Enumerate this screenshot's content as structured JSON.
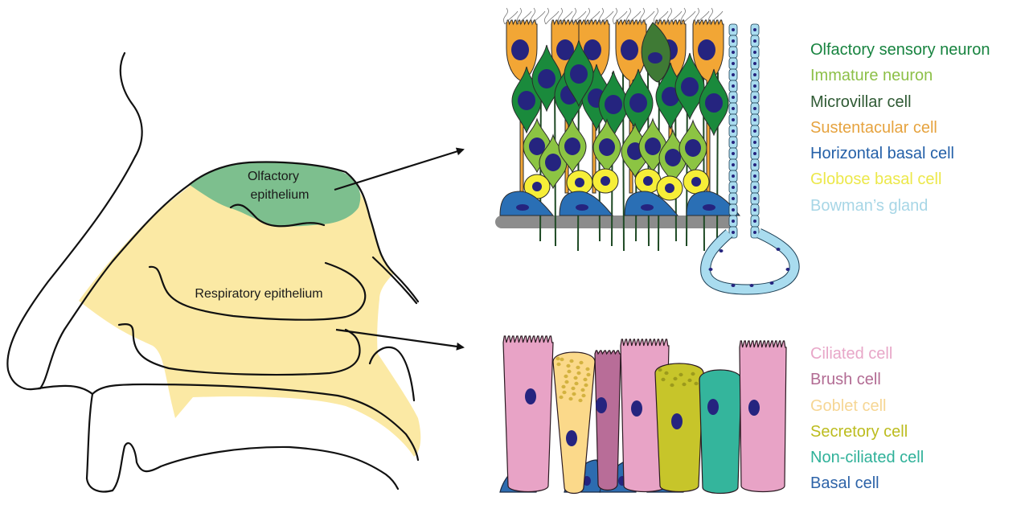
{
  "figure": {
    "region_labels": {
      "olfactory": [
        "Olfactory",
        "epithelium"
      ],
      "respiratory": "Respiratory epithelium"
    },
    "region_colors": {
      "olfactory": "#7dbf8e",
      "respiratory": "#fbe9a4",
      "outline": "#111111"
    }
  },
  "olfactory_legend": {
    "items": [
      {
        "label": "Olfactory sensory neuron",
        "color": "#17833f"
      },
      {
        "label": "Immature neuron",
        "color": "#8dc048"
      },
      {
        "label": "Microvillar cell",
        "color": "#2f5a34"
      },
      {
        "label": "Sustentacular cell",
        "color": "#e6a33f"
      },
      {
        "label": "Horizontal basal cell",
        "color": "#2460a8"
      },
      {
        "label": "Globose basal cell",
        "color": "#ece84a"
      },
      {
        "label": "Bowman’s gland",
        "color": "#a7d6e6"
      }
    ]
  },
  "respiratory_legend": {
    "items": [
      {
        "label": "Ciliated cell",
        "color": "#e8a7c8"
      },
      {
        "label": "Brush cell",
        "color": "#b26b93"
      },
      {
        "label": "Goblet cell",
        "color": "#f6d694"
      },
      {
        "label": "Secretory cell",
        "color": "#bcbc1e"
      },
      {
        "label": "Non-ciliated cell",
        "color": "#2fb199"
      },
      {
        "label": "Basal cell",
        "color": "#2d63a8"
      }
    ]
  },
  "cell_colors": {
    "nucleus": "#25247f",
    "sustentacular": "#f2a635",
    "osn": "#1a8a3c",
    "immature": "#8cc443",
    "microvillar": "#3f7a35",
    "hbc": "#2a6fb5",
    "gbc": "#f6ee38",
    "bowman": "#a9dcef",
    "basement": "#8c8c8c",
    "ciliated": "#e8a3c6",
    "brush": "#b86d98",
    "goblet": "#fbd98a",
    "goblet_granule": "#d3b23f",
    "secretory": "#c7c52a",
    "secretory_granule": "#9c9a1c",
    "nonciliated": "#34b59c",
    "basal": "#2d6cb0"
  }
}
